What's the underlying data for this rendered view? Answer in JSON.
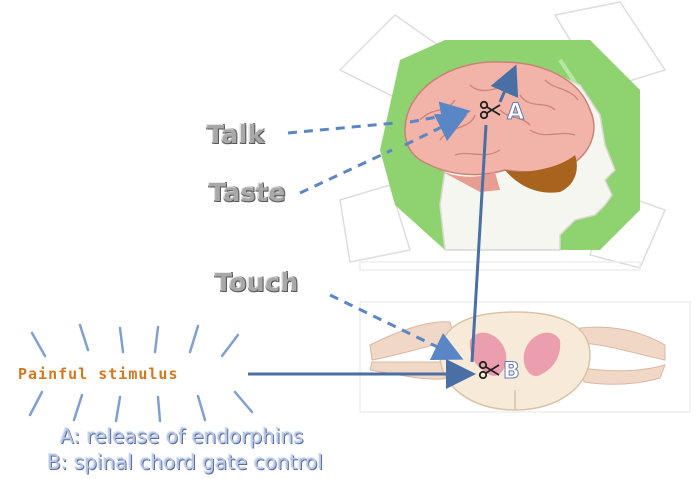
{
  "labels": {
    "talk": "Talk",
    "taste": "Taste",
    "touch": "Touch",
    "painful_stimulus": "Painful stimulus"
  },
  "markers": {
    "a": "A",
    "b": "B"
  },
  "legend": {
    "line_a": "A: release of endorphins",
    "line_b": "B: spinal chord gate control"
  },
  "colors": {
    "arrow_blue": "#4a6fa5",
    "dashed_blue": "#5b86c5",
    "head_green": "#8ed36f",
    "brain_pink": "#f2b3a8",
    "label_grey": "#a8a8a8",
    "stimulus_orange": "#d4781f"
  },
  "icons": {
    "scissors_a": "scissors-icon",
    "scissors_b": "scissors-icon"
  }
}
